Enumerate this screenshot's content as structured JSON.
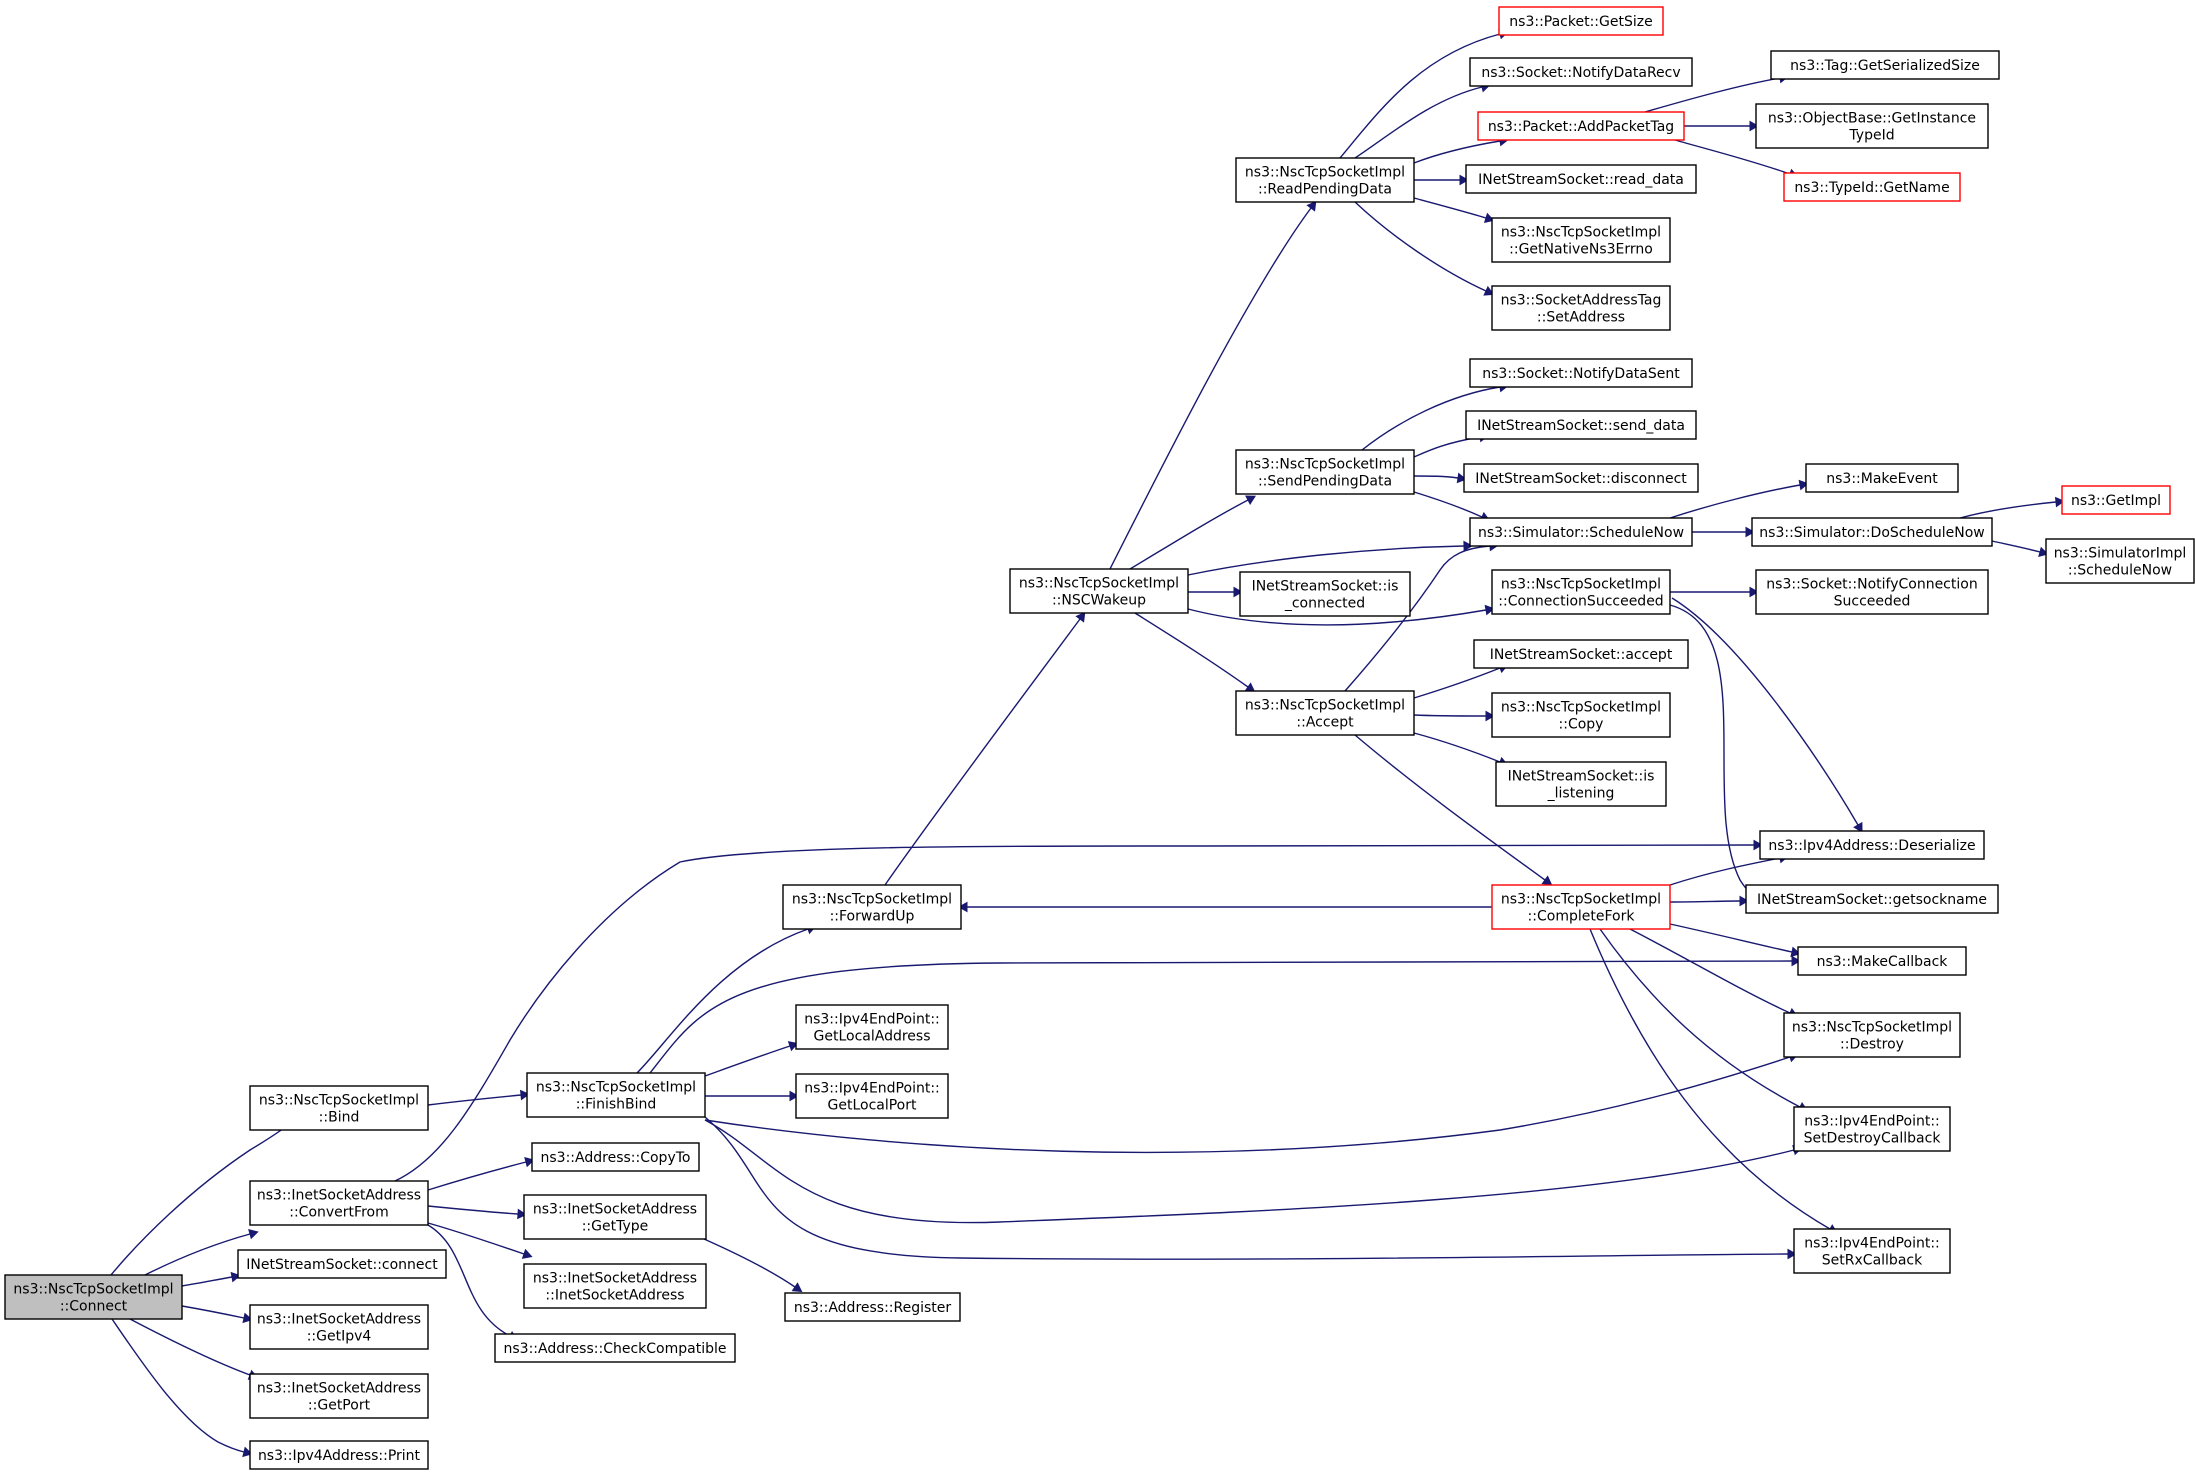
{
  "graph": {
    "colors": {
      "edge": "#191970",
      "root_fill": "#bfbfbf",
      "truncated_border": "#ff0000",
      "node_border": "#000000"
    },
    "nodes": [
      {
        "id": "connect",
        "lines": [
          "ns3::NscTcpSocketImpl",
          "::Connect"
        ],
        "style": "root"
      },
      {
        "id": "bind",
        "lines": [
          "ns3::NscTcpSocketImpl",
          "::Bind"
        ]
      },
      {
        "id": "convertfrom",
        "lines": [
          "ns3::InetSocketAddress",
          "::ConvertFrom"
        ]
      },
      {
        "id": "inet_connect",
        "lines": [
          "INetStreamSocket::connect"
        ]
      },
      {
        "id": "getipv4",
        "lines": [
          "ns3::InetSocketAddress",
          "::GetIpv4"
        ]
      },
      {
        "id": "getport",
        "lines": [
          "ns3::InetSocketAddress",
          "::GetPort"
        ]
      },
      {
        "id": "ipv4print",
        "lines": [
          "ns3::Ipv4Address::Print"
        ]
      },
      {
        "id": "finishbind",
        "lines": [
          "ns3::NscTcpSocketImpl",
          "::FinishBind"
        ]
      },
      {
        "id": "copyto",
        "lines": [
          "ns3::Address::CopyTo"
        ]
      },
      {
        "id": "gettype",
        "lines": [
          "ns3::InetSocketAddress",
          "::GetType"
        ]
      },
      {
        "id": "inetsockaddr",
        "lines": [
          "ns3::InetSocketAddress",
          "::InetSocketAddress"
        ]
      },
      {
        "id": "checkcompat",
        "lines": [
          "ns3::Address::CheckCompatible"
        ]
      },
      {
        "id": "forwardup",
        "lines": [
          "ns3::NscTcpSocketImpl",
          "::ForwardUp"
        ]
      },
      {
        "id": "getlocaladdress",
        "lines": [
          "ns3::Ipv4EndPoint::",
          "GetLocalAddress"
        ]
      },
      {
        "id": "getlocalport",
        "lines": [
          "ns3::Ipv4EndPoint::",
          "GetLocalPort"
        ]
      },
      {
        "id": "register",
        "lines": [
          "ns3::Address::Register"
        ]
      },
      {
        "id": "nscwakeup",
        "lines": [
          "ns3::NscTcpSocketImpl",
          "::NSCWakeup"
        ]
      },
      {
        "id": "readpending",
        "lines": [
          "ns3::NscTcpSocketImpl",
          "::ReadPendingData"
        ]
      },
      {
        "id": "sendpending",
        "lines": [
          "ns3::NscTcpSocketImpl",
          "::SendPendingData"
        ]
      },
      {
        "id": "isconnected",
        "lines": [
          "INetStreamSocket::is",
          "_connected"
        ]
      },
      {
        "id": "accept",
        "lines": [
          "ns3::NscTcpSocketImpl",
          "::Accept"
        ]
      },
      {
        "id": "completefork",
        "lines": [
          "ns3::NscTcpSocketImpl",
          "::CompleteFork"
        ],
        "style": "trunc"
      },
      {
        "id": "getsize",
        "lines": [
          "ns3::Packet::GetSize"
        ],
        "style": "trunc"
      },
      {
        "id": "notifydatarecv",
        "lines": [
          "ns3::Socket::NotifyDataRecv"
        ]
      },
      {
        "id": "addpackettag",
        "lines": [
          "ns3::Packet::AddPacketTag"
        ],
        "style": "trunc"
      },
      {
        "id": "readdata",
        "lines": [
          "INetStreamSocket::read_data"
        ]
      },
      {
        "id": "getnativeerrno",
        "lines": [
          "ns3::NscTcpSocketImpl",
          "::GetNativeNs3Errno"
        ]
      },
      {
        "id": "setaddress",
        "lines": [
          "ns3::SocketAddressTag",
          "::SetAddress"
        ]
      },
      {
        "id": "notifydatasent",
        "lines": [
          "ns3::Socket::NotifyDataSent"
        ]
      },
      {
        "id": "senddata",
        "lines": [
          "INetStreamSocket::send_data"
        ]
      },
      {
        "id": "disconnect",
        "lines": [
          "INetStreamSocket::disconnect"
        ]
      },
      {
        "id": "schedulenow",
        "lines": [
          "ns3::Simulator::ScheduleNow"
        ]
      },
      {
        "id": "connsucceeded",
        "lines": [
          "ns3::NscTcpSocketImpl",
          "::ConnectionSucceeded"
        ]
      },
      {
        "id": "inet_accept",
        "lines": [
          "INetStreamSocket::accept"
        ]
      },
      {
        "id": "copy",
        "lines": [
          "ns3::NscTcpSocketImpl",
          "::Copy"
        ]
      },
      {
        "id": "islistening",
        "lines": [
          "INetStreamSocket::is",
          "_listening"
        ]
      },
      {
        "id": "getserialized",
        "lines": [
          "ns3::Tag::GetSerializedSize"
        ]
      },
      {
        "id": "getinstancetypeid",
        "lines": [
          "ns3::ObjectBase::GetInstance",
          "TypeId"
        ]
      },
      {
        "id": "typeidgetname",
        "lines": [
          "ns3::TypeId::GetName"
        ],
        "style": "trunc"
      },
      {
        "id": "makeevent",
        "lines": [
          "ns3::MakeEvent"
        ]
      },
      {
        "id": "doschedulenow",
        "lines": [
          "ns3::Simulator::DoScheduleNow"
        ]
      },
      {
        "id": "notifyconnsucc",
        "lines": [
          "ns3::Socket::NotifyConnection",
          "Succeeded"
        ]
      },
      {
        "id": "deserialize",
        "lines": [
          "ns3::Ipv4Address::Deserialize"
        ]
      },
      {
        "id": "getsockname",
        "lines": [
          "INetStreamSocket::getsockname"
        ]
      },
      {
        "id": "makecallback",
        "lines": [
          "ns3::MakeCallback"
        ]
      },
      {
        "id": "destroy",
        "lines": [
          "ns3::NscTcpSocketImpl",
          "::Destroy"
        ]
      },
      {
        "id": "setdestroycb",
        "lines": [
          "ns3::Ipv4EndPoint::",
          "SetDestroyCallback"
        ]
      },
      {
        "id": "setrxcb",
        "lines": [
          "ns3::Ipv4EndPoint::",
          "SetRxCallback"
        ]
      },
      {
        "id": "getimpl",
        "lines": [
          "ns3::GetImpl"
        ],
        "style": "trunc"
      },
      {
        "id": "simimplschedulenow",
        "lines": [
          "ns3::SimulatorImpl",
          "::ScheduleNow"
        ]
      }
    ]
  }
}
